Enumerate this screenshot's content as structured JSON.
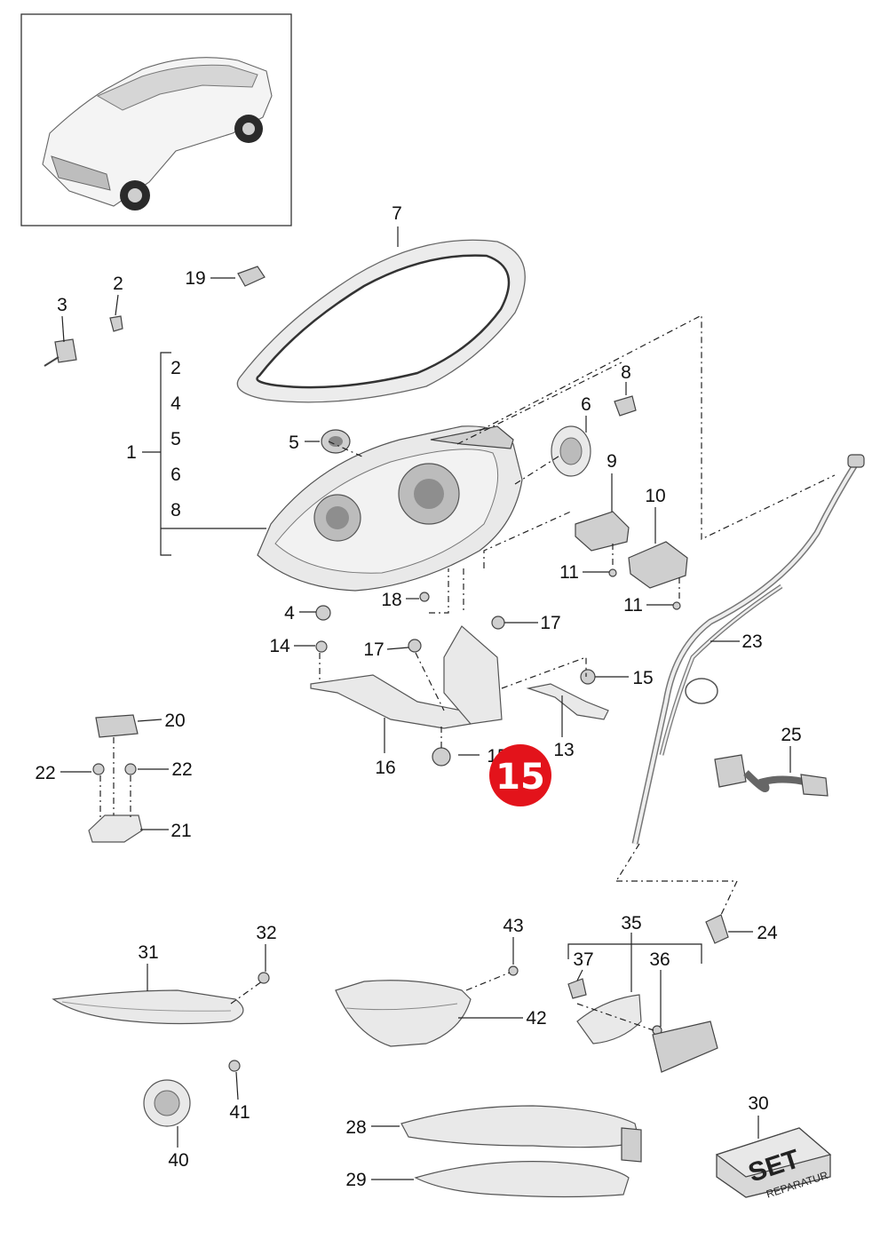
{
  "callouts": {
    "c1": "1",
    "c2a": "2",
    "c2b": "2",
    "c3": "3",
    "c4a": "4",
    "c4b": "4",
    "c5a": "5",
    "c5b": "5",
    "c6a": "6",
    "c6b": "6",
    "c7": "7",
    "c8a": "8",
    "c8b": "8",
    "c9": "9",
    "c10": "10",
    "c11a": "11",
    "c11b": "11",
    "c13": "13",
    "c14": "14",
    "c15": "15",
    "c16": "16",
    "c17a": "17",
    "c17b": "17",
    "c18": "18",
    "c19": "19",
    "c20": "20",
    "c21": "21",
    "c22a": "22",
    "c22b": "22",
    "c23": "23",
    "c24": "24",
    "c25": "25",
    "c28": "28",
    "c29": "29",
    "c30": "30",
    "c31": "31",
    "c32": "32",
    "c35": "35",
    "c36": "36",
    "c37": "37",
    "c40": "40",
    "c41": "41",
    "c42": "42",
    "c43": "43",
    "c15partial": "15"
  },
  "badge": {
    "label": "15",
    "color": "#e3131b"
  },
  "set_box": {
    "title": "SET",
    "subtitle": "REPARATUR"
  }
}
